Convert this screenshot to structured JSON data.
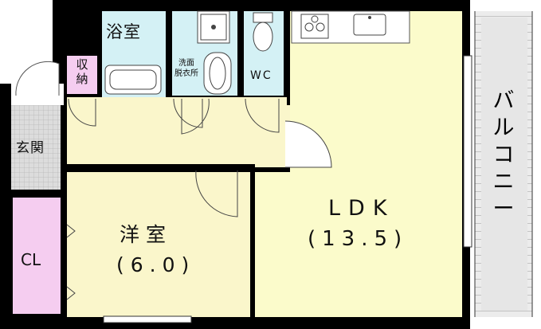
{
  "rooms": {
    "bath": "浴室",
    "storage": [
      "収",
      "納"
    ],
    "washroom": [
      "洗面",
      "脱衣所"
    ],
    "wc": "WC",
    "entrance": "玄関",
    "closet": "CL",
    "western": {
      "name": "洋室",
      "size": "(6.0)"
    },
    "ldk": {
      "name": "LDK",
      "size": "(13.5)"
    },
    "balcony": [
      "バ",
      "ル",
      "コ",
      "ニ",
      "ー"
    ]
  },
  "colors": {
    "wall": "#000000",
    "floor_hall": "#faf6cb",
    "floor_western": "#faf6cb",
    "floor_ldk": "#fbfbcb",
    "bath": "#d4f1f5",
    "storage": "#f5cdf0",
    "closet": "#f5cdf0",
    "entrance": "#d9d9d9",
    "balcony": "#e6e6e6"
  }
}
